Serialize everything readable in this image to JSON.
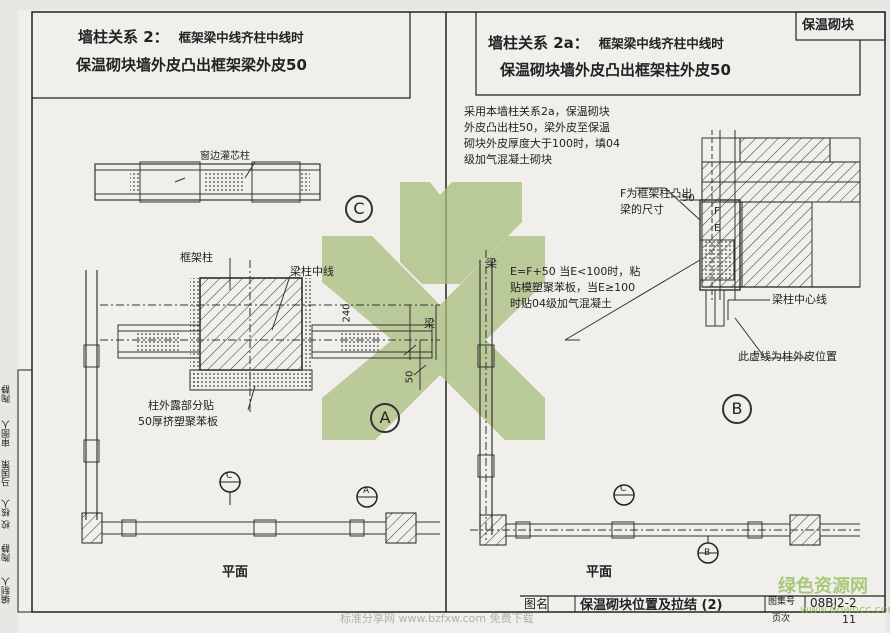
{
  "left_panel": {
    "heading_main": "墙柱关系 2：",
    "heading_sub": "框架梁中线齐柱中线时",
    "heading_line2": "保温砌块墙外皮凸出框架梁外皮50",
    "labels": {
      "window_column": "窗边灌芯柱",
      "frame_column": "框架柱",
      "beam_center": "梁柱中线",
      "beam": "梁",
      "dim_240": "240",
      "dim_50": "50",
      "insulation_note_1": "柱外露部分贴",
      "insulation_note_2": "50厚挤塑聚苯板",
      "plan": "平面"
    },
    "circles": {
      "c": "C",
      "a": "A"
    },
    "markers": {
      "c_top": "C",
      "a_top": "A"
    }
  },
  "right_panel": {
    "heading_main": "墙柱关系 2a：",
    "heading_sub": "框架梁中线齐柱中线时",
    "heading_line2": "保温砌块墙外皮凸出框架柱外皮50",
    "badge": "保温砌块",
    "note_1": "采用本墙柱关系2a，保温砌块外皮凸出柱50，梁外皮至保温砌块外皮厚度大于100时，填04级加气混凝土砌块",
    "f_note": "F为框架柱凸出梁的尺寸",
    "e_note": "E=F+50 当E<100时，粘贴模塑聚苯板，当E≥100时贴04级加气混凝土",
    "dim_50": "50",
    "label_f": "F",
    "label_e": "E",
    "beam": "梁",
    "beam_center": "梁柱中心线",
    "column_outer_line": "此虚线为柱外皮位置",
    "plan": "平面",
    "circles": {
      "b": "B"
    },
    "markers": {
      "c_bottom": "C",
      "b_bottom": "B"
    }
  },
  "side_strip": {
    "cells": [
      "编制人",
      "陶静",
      "校 核人",
      "马国策",
      "审图人",
      "陶静"
    ]
  },
  "footer": {
    "fig_label": "图名",
    "fig_title": "保温砌块位置及拉结 (2)",
    "atlas_label": "图集号",
    "atlas_no": "08BJ2-2",
    "page_label": "页次",
    "page_no": "11"
  },
  "watermarks": {
    "bottom_center": "标准分享网 www.bzfxw.com 免费下载",
    "bottom_right_cn": "绿色资源网",
    "bottom_right_url": "www.downcc.com"
  },
  "colors": {
    "ink": "#222222",
    "paper": "#f1efec",
    "watermark_green": "#8bb84a"
  }
}
